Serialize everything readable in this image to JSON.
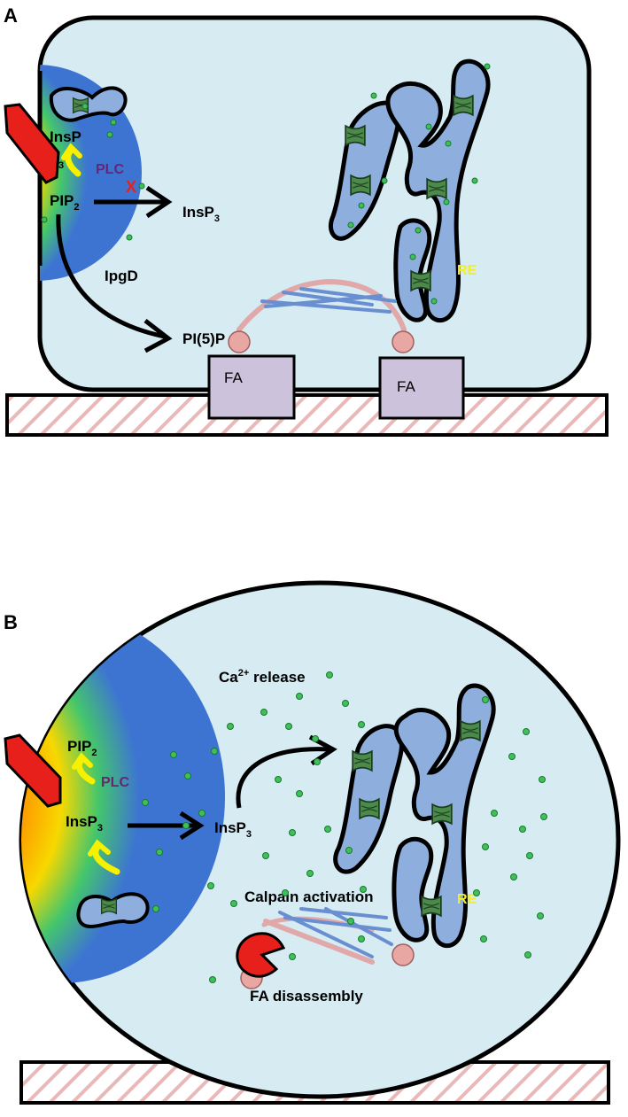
{
  "panel_a": {
    "letter": "A",
    "labels": {
      "insp": "InsP",
      "insp_sub": "3",
      "plc": "PLC",
      "inhibit": "X",
      "pip": "PIP",
      "pip_sub": "2",
      "insp3": "InsP",
      "insp3_sub": "3",
      "ipgd": "IpgD",
      "pi5p": "PI(5)P",
      "re": "RE",
      "fa_left": "FA",
      "fa_right": "FA"
    }
  },
  "panel_b": {
    "letter": "B",
    "labels": {
      "ca": "Ca",
      "ca_sup": "2+",
      "ca_rest": " release",
      "pip": "PIP",
      "pip_sub": "2",
      "plc": "PLC",
      "insp_left": "InsP",
      "insp_left_sub": "3",
      "insp_right": "InsP",
      "insp_right_sub": "3",
      "calpain": "Calpain activation",
      "re": "RE",
      "fa_disassembly": "FA disassembly"
    }
  },
  "colors": {
    "cell_fill": "#d6ebf2",
    "er_fill": "#8eaede",
    "channel_fill": "#4c8a4c",
    "calcium_dot": "#3fc05a",
    "bacterium": "#e8201c",
    "substrate_stripe": "#e9b8b8",
    "fa_box": "#ccc2db",
    "actin": "#6a8fd0",
    "re_label": "#f2ee2a",
    "plc_label": "#6a2472",
    "inhibit_x": "#e8201c"
  }
}
